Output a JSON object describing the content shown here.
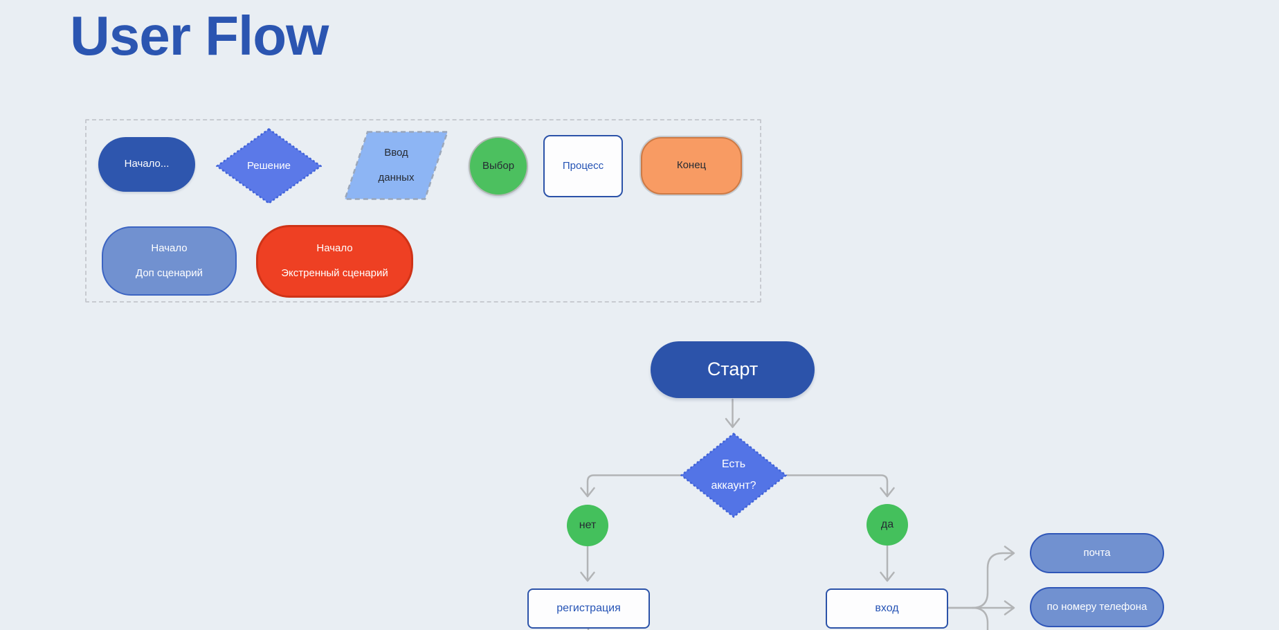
{
  "title": "User Flow",
  "legend": {
    "start": {
      "label": "Начало..."
    },
    "decision": {
      "label": "Решение"
    },
    "data_input": {
      "line1": "Ввод",
      "line2": "данных"
    },
    "choice": {
      "label": "Выбор"
    },
    "process": {
      "label": "Процесс"
    },
    "end": {
      "label": "Конец"
    },
    "sub_start": {
      "line1": "Начало",
      "line2": "Доп сценарий"
    },
    "emergency_start": {
      "line1": "Начало",
      "line2": "Экстренный сценарий"
    }
  },
  "flow": {
    "start": {
      "label": "Старт"
    },
    "has_account": {
      "line1": "Есть",
      "line2": "аккаунт?"
    },
    "no": {
      "label": "нет"
    },
    "yes": {
      "label": "да"
    },
    "registration": {
      "label": "регистрация"
    },
    "login": {
      "label": "вход"
    },
    "email": {
      "label": "почта"
    },
    "phone": {
      "label": "по номеру телефона"
    }
  },
  "colors": {
    "background": "#e9eef3",
    "title_blue": "#2b55b1",
    "primary_blue": "#2c53aa",
    "diamond_blue": "#5374e6",
    "light_blue_parallelogram": "#8db5f4",
    "periwinkle": "#7191d0",
    "green": "#4cc05f",
    "orange": "#f89b63",
    "red": "#ee4023",
    "process_border_blue": "#2b52a8",
    "connector_gray": "#b2b4b6"
  }
}
